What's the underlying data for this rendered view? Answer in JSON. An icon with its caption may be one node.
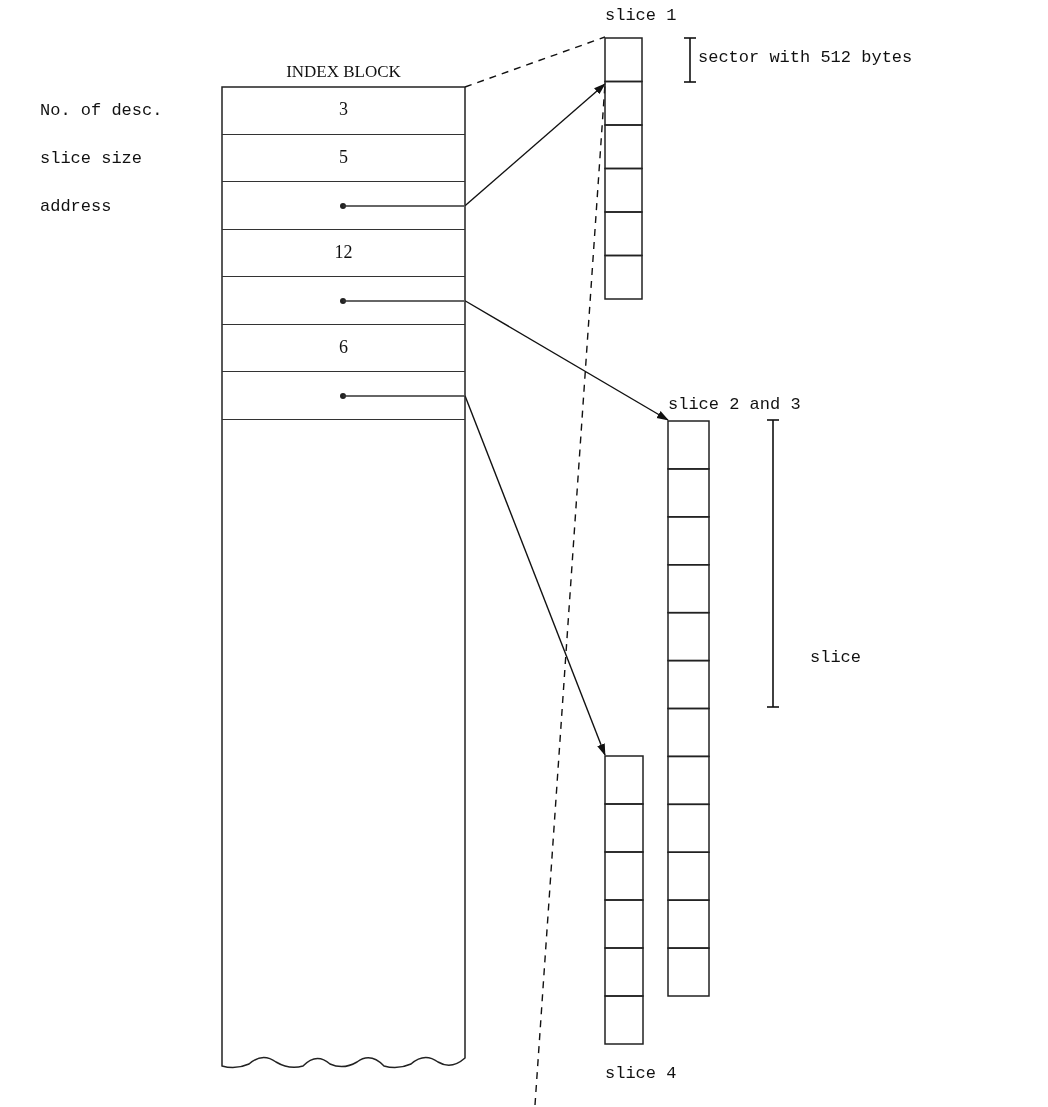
{
  "diagram": {
    "nodes": [
      {
        "text": [
          "INDEX BLOCK"
        ]
      },
      {
        "text": [
          "3"
        ],
        "in": 0
      },
      {
        "text": [
          "5"
        ],
        "in": 0
      },
      {
        "text": [],
        "shape": "box",
        "in": 0
      },
      {
        "text": [
          "12"
        ],
        "in": 0
      },
      {
        "text": [],
        "shape": "box",
        "in": 0
      },
      {
        "text": [
          "6"
        ],
        "in": 0
      },
      {
        "text": [],
        "shape": "box",
        "in": 0
      },
      {
        "text": [
          "slice 1"
        ]
      },
      {
        "text": [
          "slice 2 and 3"
        ]
      },
      {
        "text": [
          "slice 4"
        ]
      }
    ],
    "edges": [
      {
        "from": 0,
        "to": 8,
        "arrow": "none",
        "style": "dashed"
      },
      {
        "from": 3,
        "to": 8,
        "arrow": "to"
      },
      {
        "from": 5,
        "to": 9,
        "arrow": "to"
      },
      {
        "from": 7,
        "to": 10,
        "arrow": "to"
      },
      {
        "from": null,
        "to": 8,
        "arrow": "none",
        "style": "dashed"
      }
    ],
    "labels": [
      "No. of desc.",
      "slice size",
      "address",
      "sector with 512 bytes",
      "slice"
    ]
  }
}
